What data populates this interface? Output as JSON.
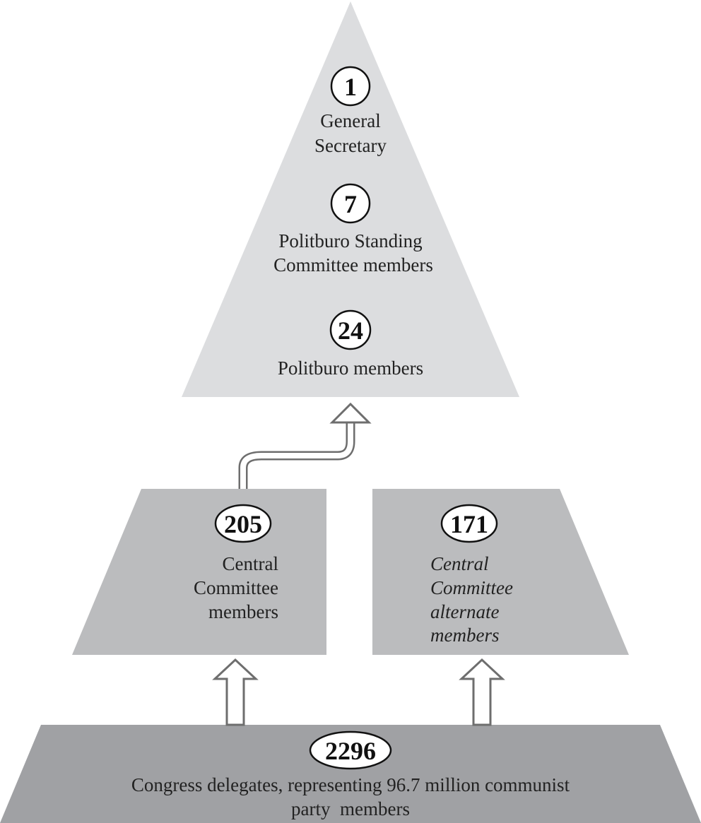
{
  "colors": {
    "top_tier": "#dcdddf",
    "middle_tier": "#bbbcbe",
    "bottom_tier": "#a0a1a4",
    "arrow": "#6e6e6e"
  },
  "top": {
    "general_secretary": {
      "count": "1",
      "label_lines": [
        "General",
        "Secretary"
      ]
    },
    "standing_committee": {
      "count": "7",
      "label_lines": [
        "Politburo Standing",
        "Committee members"
      ]
    },
    "politburo": {
      "count": "24",
      "label_lines": [
        "Politburo members"
      ]
    }
  },
  "central_committee": {
    "count": "205",
    "label_lines": [
      "Central",
      "Committee",
      "members"
    ]
  },
  "alternates": {
    "count": "171",
    "label_lines": [
      "Central",
      "Committee",
      "alternate",
      "members"
    ]
  },
  "congress": {
    "count": "2296",
    "label_lines": [
      "Congress delegates, representing 96.7 million communist",
      "party  members"
    ]
  }
}
